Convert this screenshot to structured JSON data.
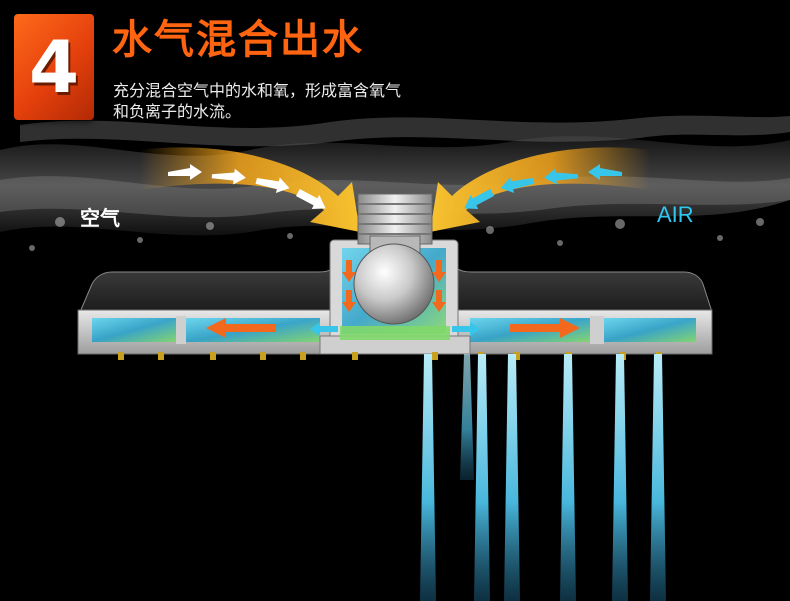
{
  "badge": {
    "number": "4"
  },
  "heading": {
    "title": "水气混合出水",
    "line1": "充分混合空气中的水和氧，形成富含氧气",
    "line2": "和负离子的水流。"
  },
  "labels": {
    "left": "空气",
    "right": "AIR"
  },
  "colors": {
    "accent": "#ff6411",
    "air_arrow": "#f2a31a",
    "water": "#37c6ea",
    "flow_arrow": "#f2691e"
  },
  "icons": {
    "arrow_left": "air-inflow-arrow",
    "arrow_right": "air-inflow-arrow",
    "head": "shower-head-cross-section"
  }
}
